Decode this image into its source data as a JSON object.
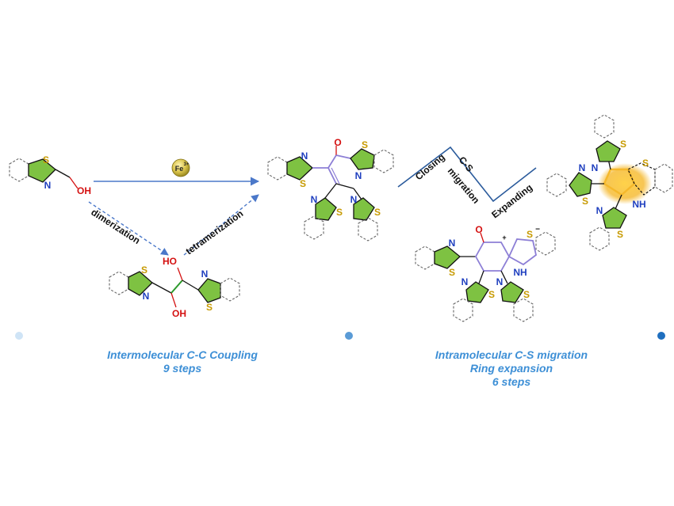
{
  "reagent": {
    "label": "Fe",
    "charge": "3+"
  },
  "paths": {
    "down_label": "dimerization",
    "up_label": "tetramerization"
  },
  "zigzag": {
    "closing": "Closing",
    "cs": "C-S",
    "migration": "migration",
    "expanding": "Expanding"
  },
  "atoms": {
    "S": "S",
    "N": "N",
    "O": "O",
    "OH": "OH",
    "HO": "HO",
    "NH": "NH",
    "S_minus": "S",
    "minus": "−",
    "plus": "+"
  },
  "timeline": {
    "left": {
      "line1": "Intermolecular C-C Coupling",
      "line2": "9 steps"
    },
    "right": {
      "line1": "Intramolecular C-S migration",
      "line2": "Ring expansion",
      "line3": "6 steps"
    }
  },
  "colors": {
    "thiazole_fill": "#7ec242",
    "highlight": "#f5b82b",
    "sulfur": "#c79a00",
    "nitrogen": "#1f3fbf",
    "oxygen": "#d41111",
    "arrow": "#4b78c9",
    "purple_bond": "#8d7fd6",
    "timeline": "#3d8fd6"
  }
}
